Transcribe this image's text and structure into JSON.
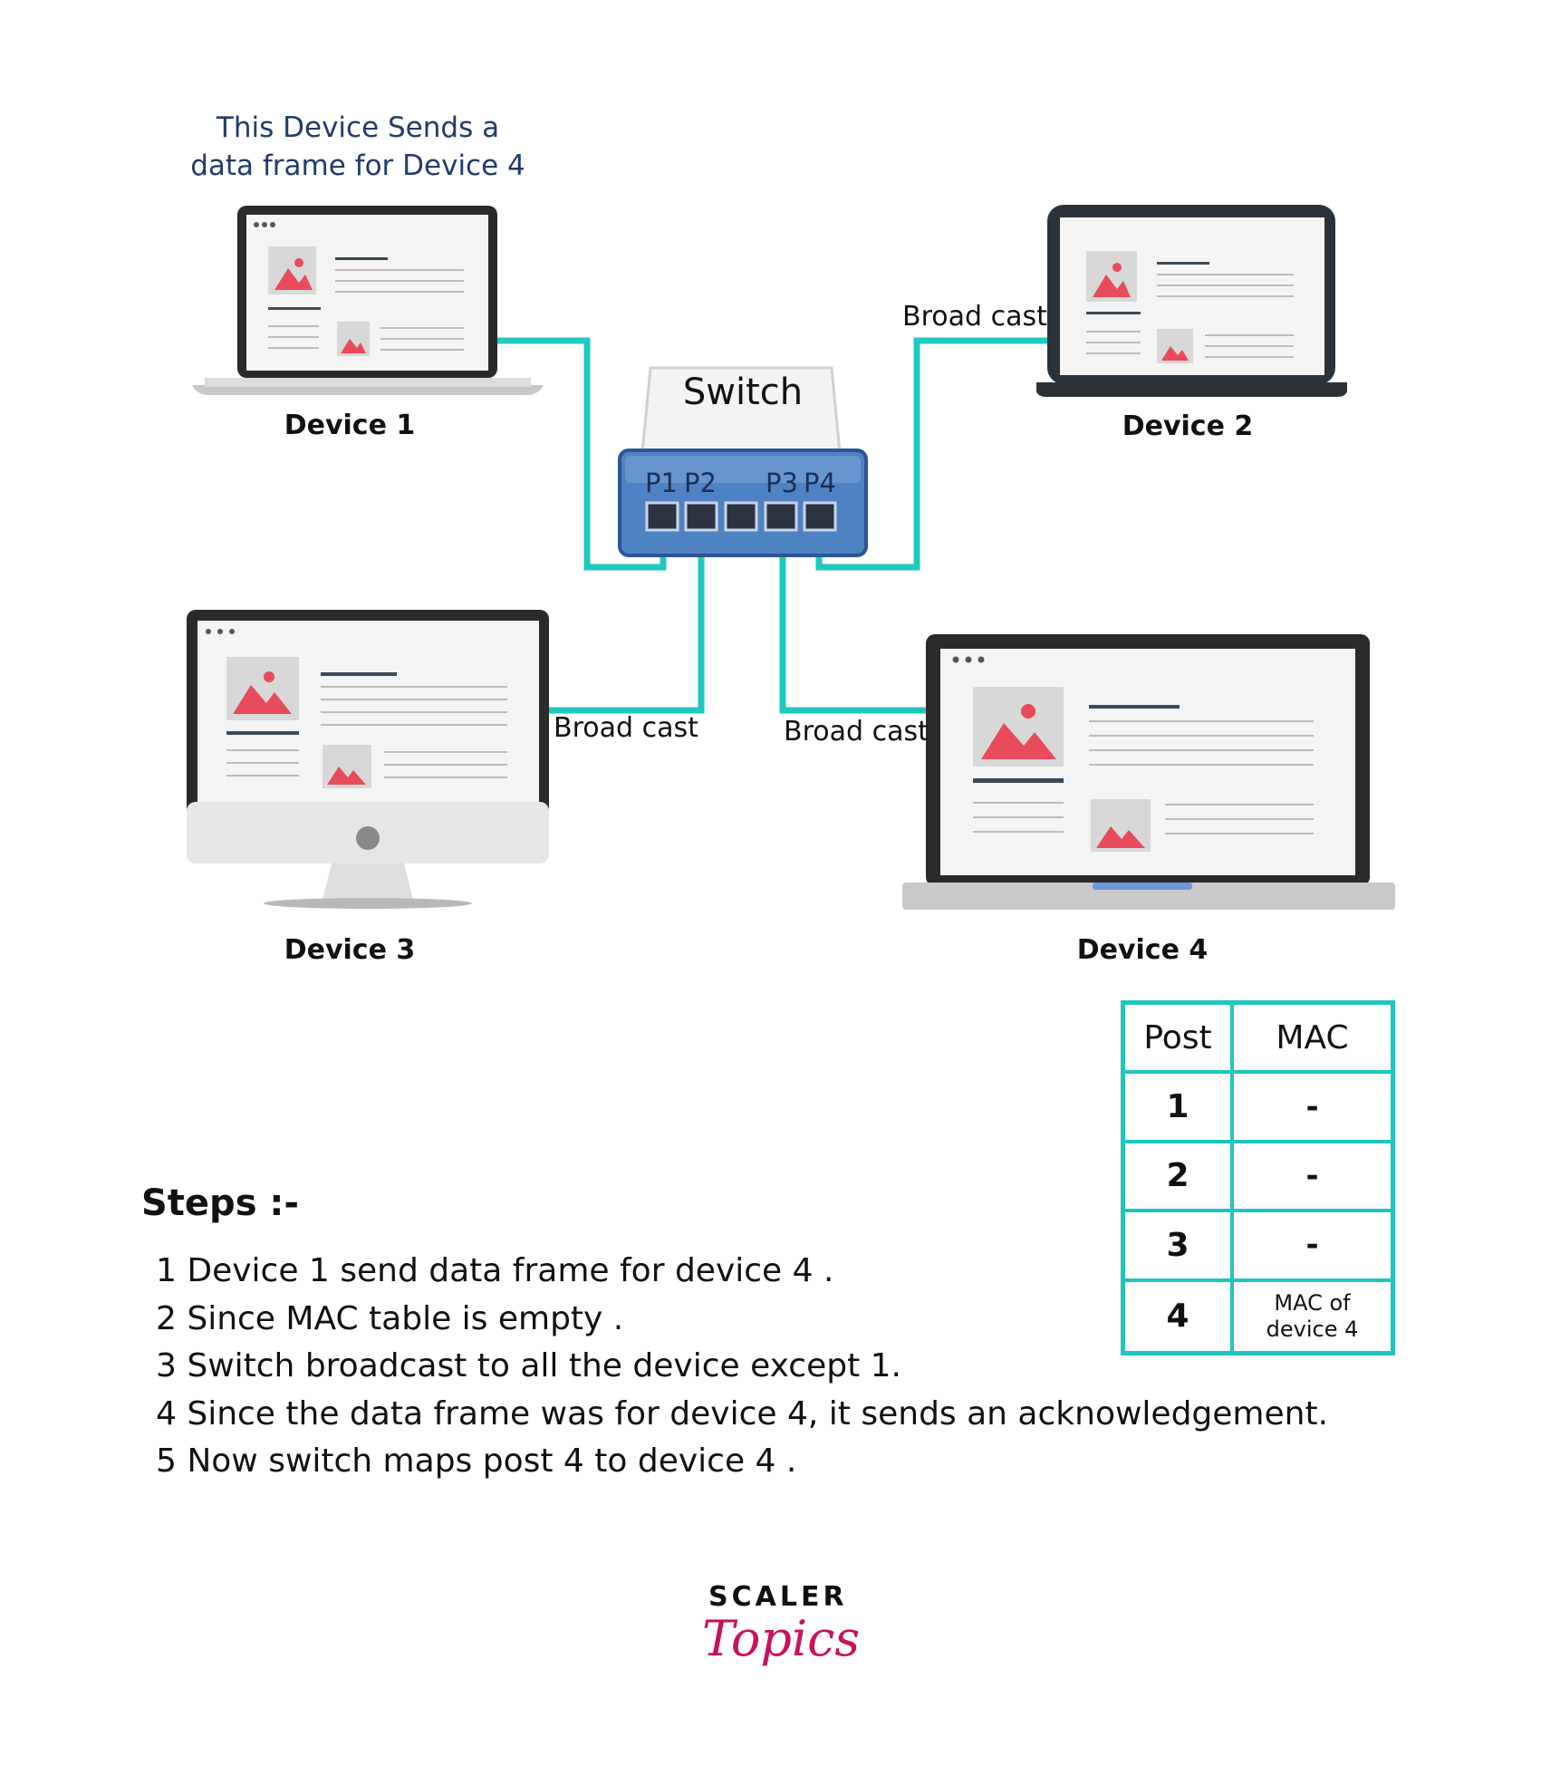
{
  "sender_note": [
    "This Device Sends a",
    "data frame for Device 4"
  ],
  "devices": {
    "d1": "Device 1",
    "d2": "Device 2",
    "d3": "Device 3",
    "d4": "Device 4"
  },
  "switch": {
    "label": "Switch",
    "ports": {
      "p1": "P1",
      "p2": "P2",
      "p3": "P3",
      "p4": "P4"
    }
  },
  "broadcast_label": "Broad cast",
  "cable_color": "#20c9bf",
  "mac_table": {
    "headers": [
      "Post",
      "MAC"
    ],
    "rows": [
      {
        "port": "1",
        "mac": "-"
      },
      {
        "port": "2",
        "mac": "-"
      },
      {
        "port": "3",
        "mac": "-"
      },
      {
        "port": "4",
        "mac": "MAC of device 4"
      }
    ],
    "border_color": "#1fc5bd"
  },
  "steps": {
    "title": "Steps :-",
    "items": [
      "1 Device 1 send data frame for device 4 .",
      "2 Since MAC table is empty .",
      "3 Switch broadcast to all the device except 1.",
      "4 Since the data frame was for device 4, it sends an acknowledgement.",
      "5 Now switch maps post 4 to device 4 ."
    ]
  },
  "logo": {
    "top": "SCALER",
    "bottom": "Topics",
    "accent": "#c8115e"
  }
}
